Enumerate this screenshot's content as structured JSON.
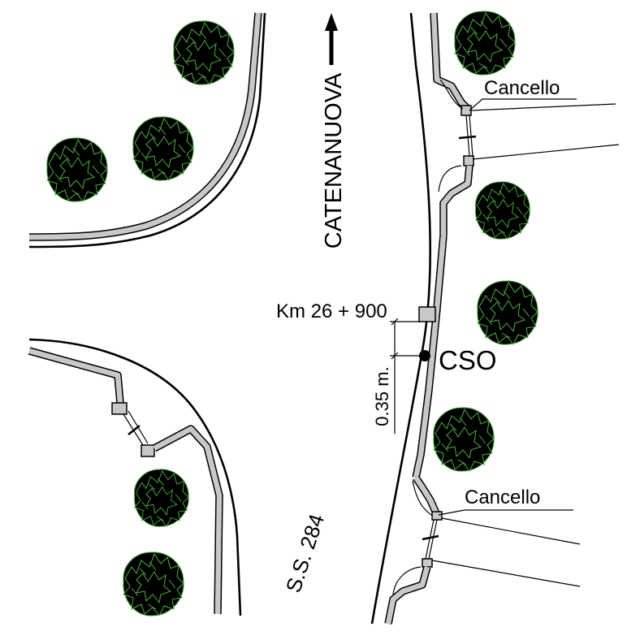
{
  "labels": {
    "direction": "CATENANUOVA",
    "kilometre": "Km 26 + 900",
    "offset": "0.35 m.",
    "point": "CSO",
    "gate_top": "Cancello",
    "gate_bottom": "Cancello",
    "road": "S.S. 284"
  },
  "colors": {
    "tree": "#4caf3f",
    "curb_fill": "#c8c8c8",
    "line": "#000000"
  },
  "icons": {
    "arrow": "north-arrow-icon",
    "tree": "tree-icon",
    "point": "point-marker-icon"
  }
}
